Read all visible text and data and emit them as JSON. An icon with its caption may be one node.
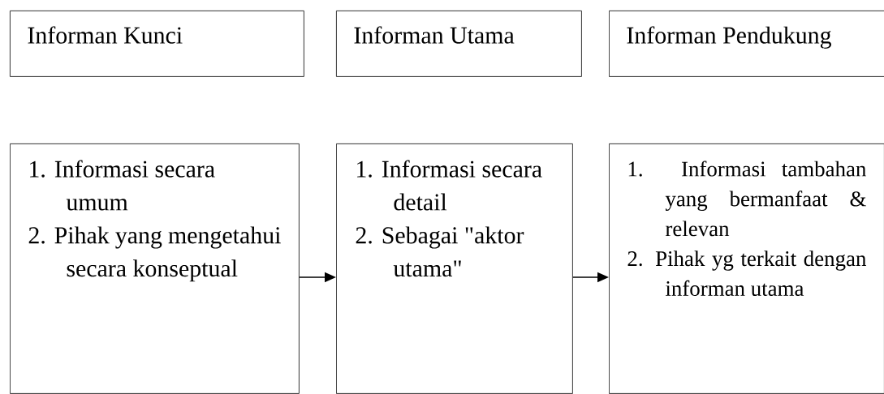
{
  "diagram": {
    "nodes": [
      {
        "text": [
          "Informan Kunci"
        ]
      },
      {
        "text": [
          "Informan Utama"
        ]
      },
      {
        "text": [
          "Informan Pendukung"
        ]
      },
      {
        "text": [
          "1. Informasi secara umum",
          "2. Pihak yang mengetahui secara konseptual"
        ]
      },
      {
        "text": [
          "1. Informasi secara detail",
          "2. Sebagai \"aktor utama\""
        ]
      },
      {
        "text": [
          "1. Informasi tambahan yang bermanfaat & relevan",
          "2. Pihak yg terkait dengan informan utama"
        ]
      }
    ],
    "edges": [
      {
        "from": 3,
        "to": 4,
        "arrow": "to"
      },
      {
        "from": 4,
        "to": 5,
        "arrow": "to"
      }
    ]
  }
}
